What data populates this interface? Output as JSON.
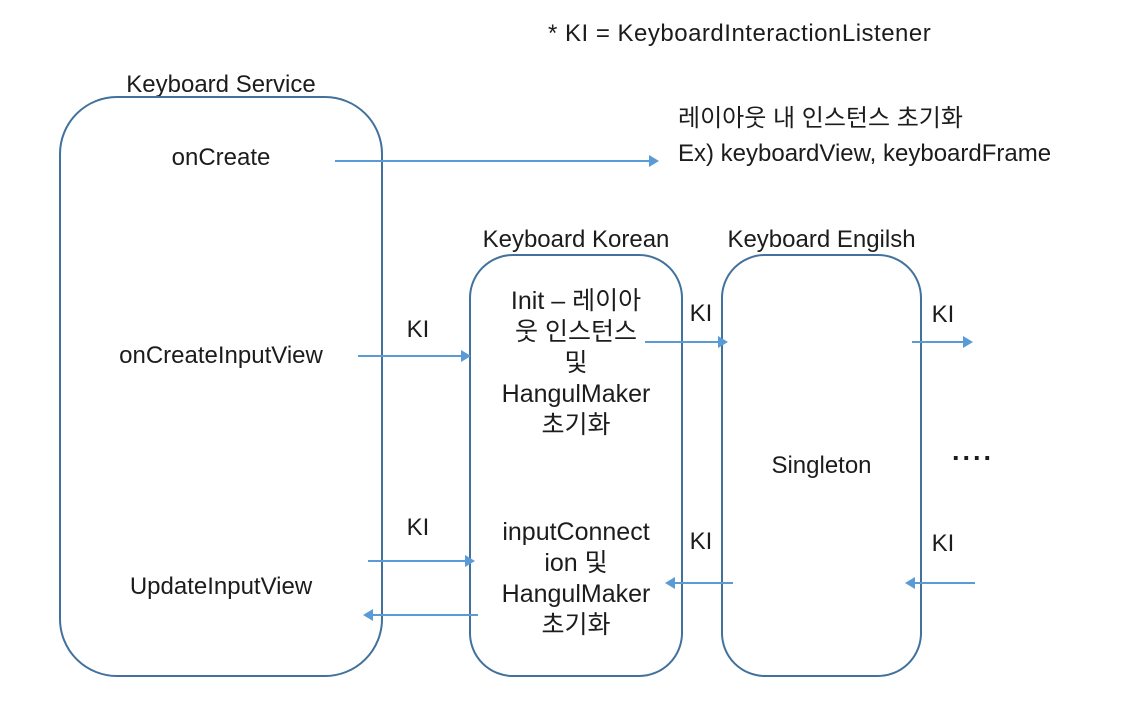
{
  "diagram": {
    "note": "* KI  =  KeyboardInteractionListener",
    "ki_label": "KI",
    "ellipsis": "....",
    "oncreate_annotation": {
      "line1": "레이아웃 내 인스턴스 초기화",
      "line2": "Ex) keyboardView, keyboardFrame"
    },
    "service_box": {
      "title": "Keyboard Service",
      "items": {
        "oncreate": "onCreate",
        "oncreate_input_view": "onCreateInputView",
        "update_input_view": "UpdateInputView"
      }
    },
    "korean_box": {
      "title": "Keyboard Korean",
      "init_block_full": "Init – 레이아웃 인스턴스 및 HangulMaker 초기화",
      "init_block_lines": [
        "Init – 레이아",
        "웃 인스턴스",
        "및",
        "HangulMaker",
        "초기화"
      ],
      "input_block_full": "inputConnection 및 HangulMaker 초기화",
      "input_block_lines": [
        "inputConnect",
        "ion 및",
        "HangulMaker",
        "초기화"
      ]
    },
    "english_box": {
      "title": "Keyboard Engilsh",
      "items": {
        "singleton": "Singleton"
      }
    },
    "colors": {
      "box_border": "#41719C",
      "arrow": "#5B9BD5",
      "text": "#1c1c1c",
      "background": "#ffffff"
    }
  }
}
